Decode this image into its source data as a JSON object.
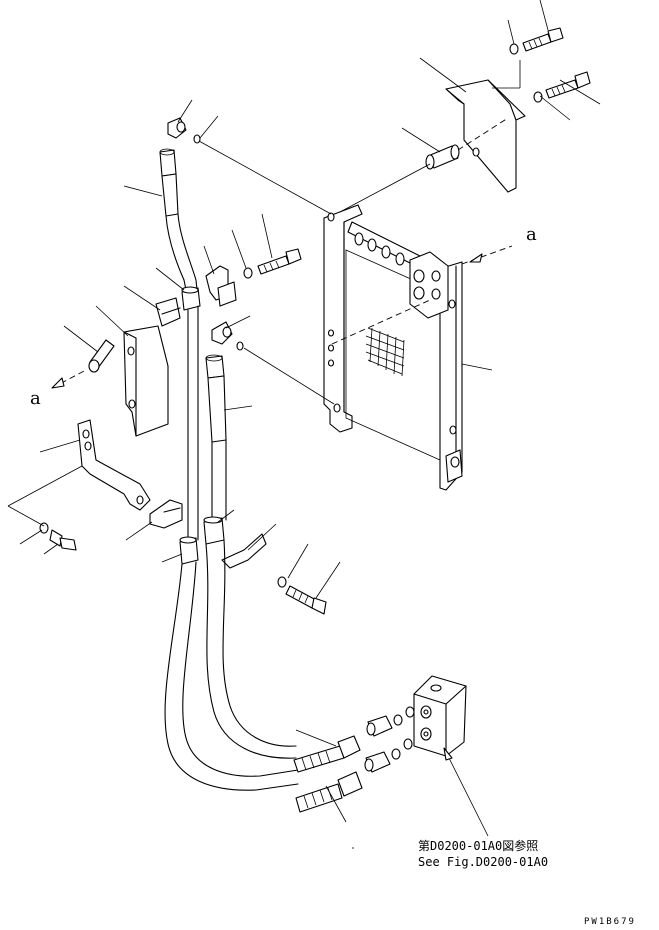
{
  "view_markers": {
    "upper": "a",
    "lower": "a"
  },
  "reference": {
    "line1": "第D0200-01A0図参照",
    "line2": "See Fig.D0200-01A0"
  },
  "drawing_code": "PW1B679"
}
